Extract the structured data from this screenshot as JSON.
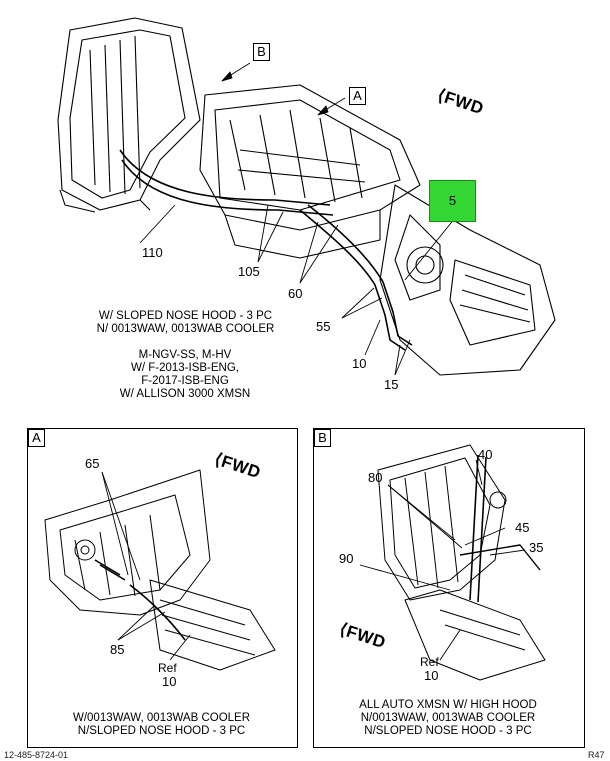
{
  "main": {
    "view_labels": {
      "view_b": "B",
      "view_a": "A"
    },
    "fwd_label": "FWD",
    "highlight_callout": {
      "label": "5",
      "color": "#33d633"
    },
    "part_callouts": [
      "110",
      "105",
      "60",
      "55",
      "10",
      "15"
    ],
    "note_hood_lines": [
      "W/ SLOPED NOSE HOOD - 3 PC",
      "N/ 0013WAW, 0013WAB COOLER"
    ],
    "note_config_lines": [
      "M-NGV-SS, M-HV",
      "W/ F-2013-ISB-ENG,",
      "F-2017-ISB-ENG",
      "W/ ALLISON 3000 XMSN"
    ]
  },
  "detail_a": {
    "label": "A",
    "fwd_label": "FWD",
    "part_callouts": [
      "65",
      "85"
    ],
    "ref_label": "Ref",
    "ref_part": "10",
    "note_lines": [
      "W/0013WAW, 0013WAB COOLER",
      "N/SLOPED NOSE HOOD - 3 PC"
    ]
  },
  "detail_b": {
    "label": "B",
    "fwd_label": "FWD",
    "part_callouts": [
      "40",
      "80",
      "45",
      "35",
      "90"
    ],
    "ref_label": "Ref",
    "ref_part": "10",
    "note_lines": [
      "ALL AUTO XMSN W/ HIGH HOOD",
      "N/0013WAW, 0013WAB COOLER",
      "N/SLOPED NOSE HOOD - 3 PC"
    ]
  },
  "footer": {
    "left_id": "12-485-8724-01",
    "right_id": "R47"
  }
}
